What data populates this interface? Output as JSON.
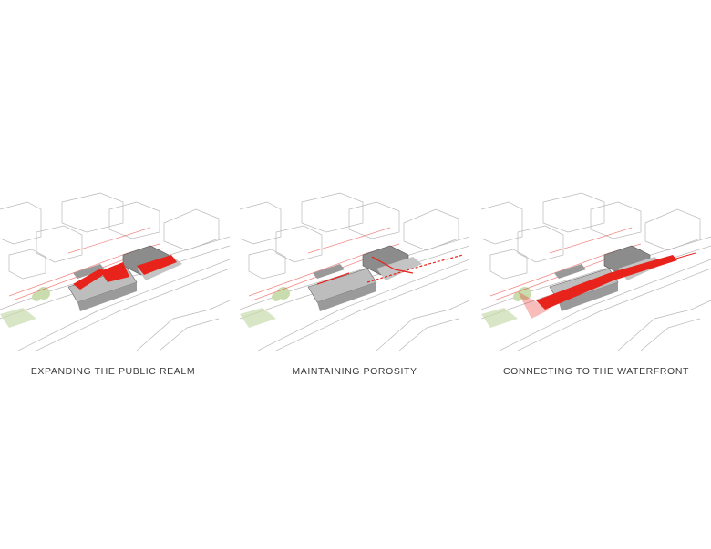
{
  "panels": [
    {
      "caption": "EXPANDING THE PUBLIC REALM",
      "variant": "public-realm"
    },
    {
      "caption": "MAINTAINING POROSITY",
      "variant": "porosity"
    },
    {
      "caption": "CONNECTING TO THE WATERFRONT",
      "variant": "waterfront"
    }
  ],
  "colors": {
    "accent": "#e8231b",
    "line": "#b9b9b9",
    "building": "#9a9a9a",
    "green": "#c9dcae"
  }
}
